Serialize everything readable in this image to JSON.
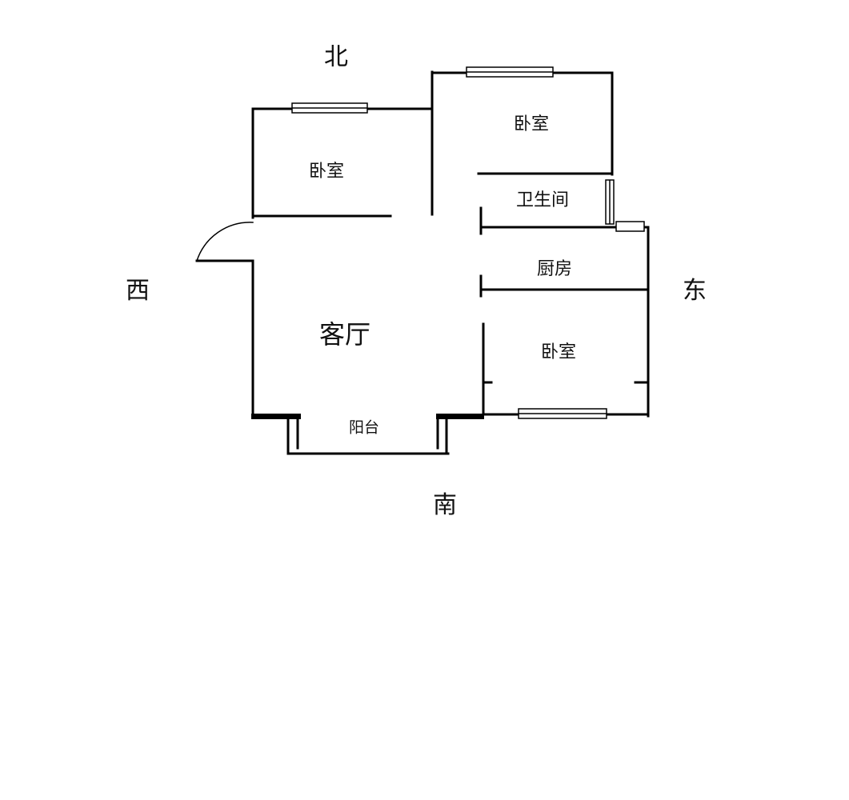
{
  "directions": {
    "north": "北",
    "south": "南",
    "east": "东",
    "west": "西"
  },
  "rooms": {
    "bedroom_northwest": "卧室",
    "bedroom_northeast": "卧室",
    "bathroom": "卫生间",
    "kitchen": "厨房",
    "living_room": "客厅",
    "bedroom_southeast": "卧室",
    "balcony": "阳台"
  },
  "colors": {
    "wall": "#000000",
    "background": "#ffffff"
  }
}
